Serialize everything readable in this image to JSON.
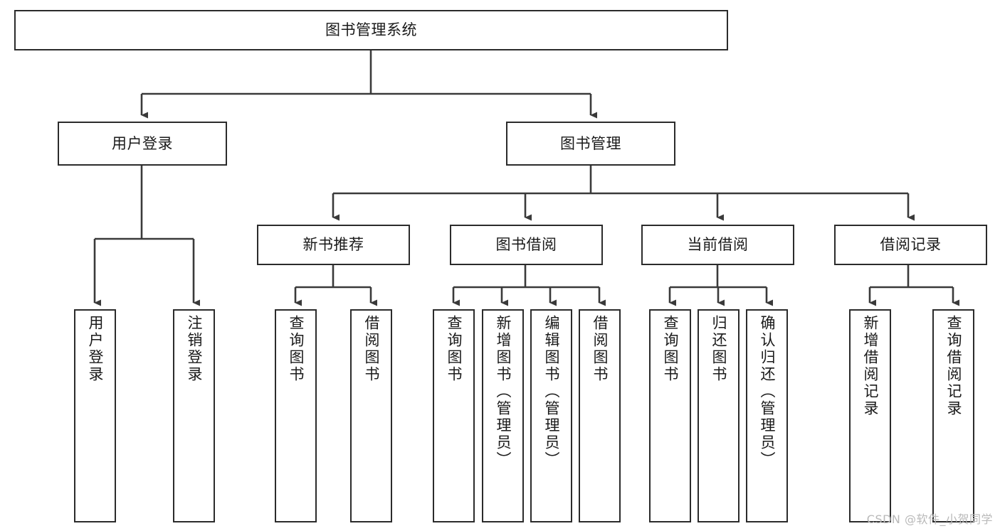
{
  "diagram": {
    "title": "图书管理系统",
    "type": "tree-hierarchy",
    "watermark": "CSDN @软件_小贺同学",
    "colors": {
      "box_border": "#2b2b2b",
      "box_fill": "#ffffff",
      "connector": "#3a3a3a",
      "text": "#1a1a1a",
      "watermark": "#b9b9b9",
      "background": "#ffffff"
    },
    "nodes": {
      "root": {
        "label": "图书管理系统"
      },
      "level2": [
        {
          "id": "user-login",
          "label": "用户登录"
        },
        {
          "id": "book-management",
          "label": "图书管理"
        }
      ],
      "level3": [
        {
          "id": "new-book-recommend",
          "label": "新书推荐"
        },
        {
          "id": "book-borrow",
          "label": "图书借阅"
        },
        {
          "id": "current-borrow",
          "label": "当前借阅"
        },
        {
          "id": "borrow-record",
          "label": "借阅记录"
        }
      ],
      "leaves": {
        "user_login": [
          {
            "id": "leaf-user-login",
            "label": "用户登录"
          },
          {
            "id": "leaf-user-logout",
            "label": "注销登录"
          }
        ],
        "new_book_recommend": [
          {
            "id": "leaf-query-book-1",
            "label": "查询图书"
          },
          {
            "id": "leaf-borrow-book-1",
            "label": "借阅图书"
          }
        ],
        "book_borrow": [
          {
            "id": "leaf-query-book-2",
            "label": "查询图书"
          },
          {
            "id": "leaf-add-book",
            "label": "新增图书（管理员）"
          },
          {
            "id": "leaf-edit-book",
            "label": "编辑图书（管理员）"
          },
          {
            "id": "leaf-borrow-book-2",
            "label": "借阅图书"
          }
        ],
        "current_borrow": [
          {
            "id": "leaf-query-book-3",
            "label": "查询图书"
          },
          {
            "id": "leaf-return-book",
            "label": "归还图书"
          },
          {
            "id": "leaf-confirm-return",
            "label": "确认归还（管理员）"
          }
        ],
        "borrow_record": [
          {
            "id": "leaf-add-record",
            "label": "新增借阅记录"
          },
          {
            "id": "leaf-query-record",
            "label": "查询借阅记录"
          }
        ]
      }
    }
  }
}
